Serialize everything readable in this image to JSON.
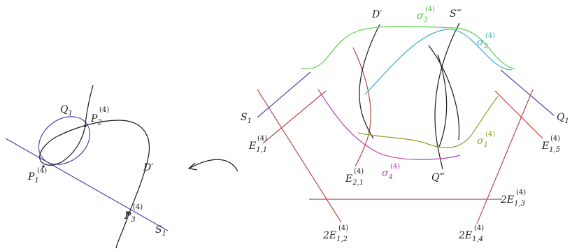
{
  "colors": {
    "black": "#1a1a1a",
    "blue": "#4848a8",
    "red": "#b84a4a",
    "green": "#5ccf4f",
    "cyan": "#3cb0c8",
    "magenta": "#c040b0",
    "olive": "#9a9a2a"
  },
  "labels": {
    "Q1_left": "Q",
    "Q1_left_sub": "1",
    "P2": "P",
    "P2_sub": "2",
    "P2_sup": "(4)",
    "P1": "P",
    "P1_sub": "1",
    "P1_sup": "(4)",
    "P3": "P",
    "P3_sub": "3",
    "P3_sup": "(4)",
    "Dprime_left": "D′",
    "S1_left": "S",
    "S1_left_sub": "1",
    "Dprime_right": "D′",
    "sigma3": "σ",
    "sigma3_sub": "3",
    "sigma3_sup": "(4)",
    "Striple": "S‴",
    "sigma2": "σ",
    "sigma2_sub": "2",
    "sigma2_sup": "(4)",
    "S1_right": "S",
    "S1_right_sub": "1",
    "Q1_right": "Q",
    "Q1_right_sub": "1",
    "E11": "E",
    "E11_sub": "1,1",
    "E11_sup": "(4)",
    "E15": "E",
    "E15_sub": "1,5",
    "E15_sup": "(4)",
    "sigma1": "σ",
    "sigma1_sub": "1",
    "sigma1_sup": "(4)",
    "E21": "E",
    "E21_sub": "2,1",
    "E21_sup": "(4)",
    "sigma4": "σ",
    "sigma4_sub": "4",
    "sigma4_sup": "(4)",
    "Qtriple": "Q‴",
    "E13": "2E",
    "E13_sub": "1,3",
    "E13_sup": "(4)",
    "E12": "2E",
    "E12_sub": "1,2",
    "E12_sup": "(4)",
    "E14": "2E",
    "E14_sub": "1,4",
    "E14_sup": "(4)"
  }
}
